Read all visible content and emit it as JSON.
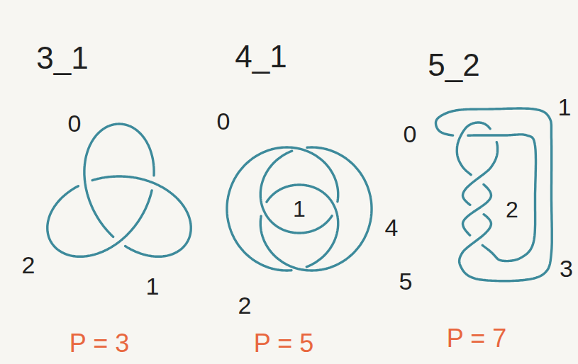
{
  "diagram": {
    "labels": [
      "3_1",
      "4_1",
      "5_2",
      "0",
      "2",
      "1",
      "0",
      "1",
      "4",
      "2",
      "0",
      "1",
      "2",
      "3",
      "5",
      "P = 3",
      "P = 5",
      "P = 7"
    ]
  }
}
